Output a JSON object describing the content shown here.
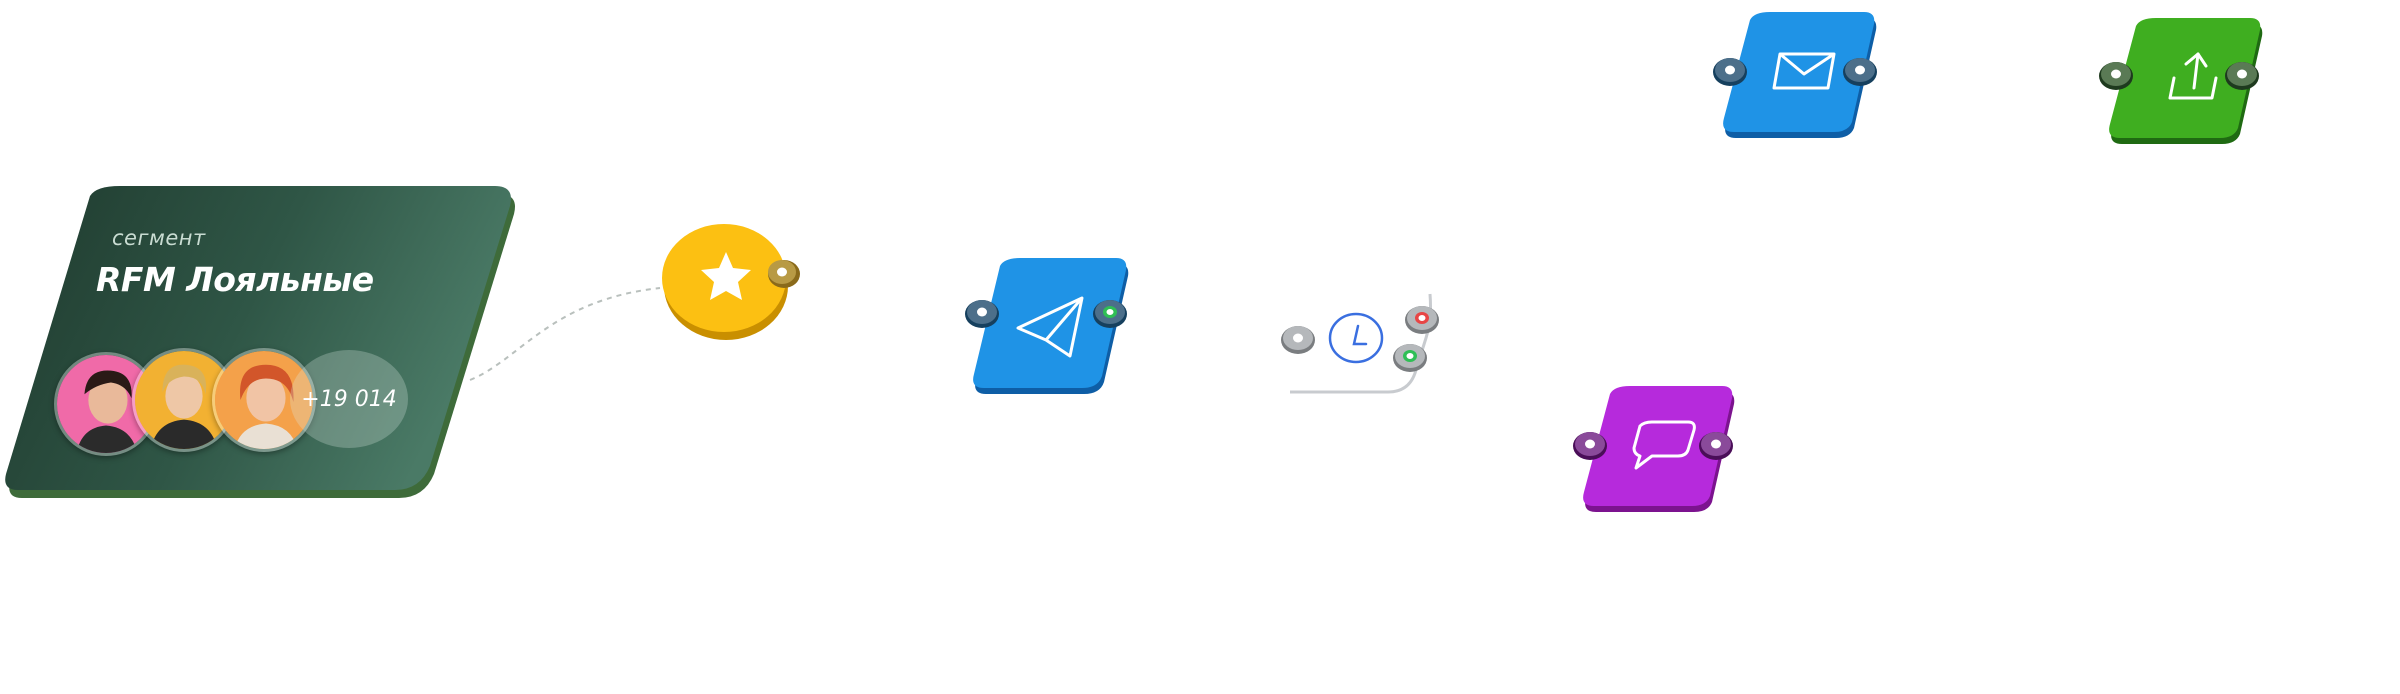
{
  "segment": {
    "subtitle": "сегмент",
    "title": "RFM Лояльные",
    "extra_count": "+19 014"
  },
  "colors": {
    "segment_bg": "#2f4f40",
    "star_node": "#fcc012",
    "telegram_node": "#1f93e6",
    "email_node": "#1f93e6",
    "upload_node": "#3fae20",
    "chat_node": "#b62adc",
    "timer_outline": "#3a6fe0",
    "branch_red": "#e84545",
    "branch_green": "#2fbf55"
  },
  "nodes": [
    {
      "id": "star",
      "icon": "star-icon"
    },
    {
      "id": "telegram",
      "icon": "paper-plane-icon"
    },
    {
      "id": "timer",
      "icon": "clock-icon"
    },
    {
      "id": "chat",
      "icon": "chat-bubble-icon"
    },
    {
      "id": "email",
      "icon": "envelope-icon"
    },
    {
      "id": "upload",
      "icon": "upload-icon"
    }
  ]
}
